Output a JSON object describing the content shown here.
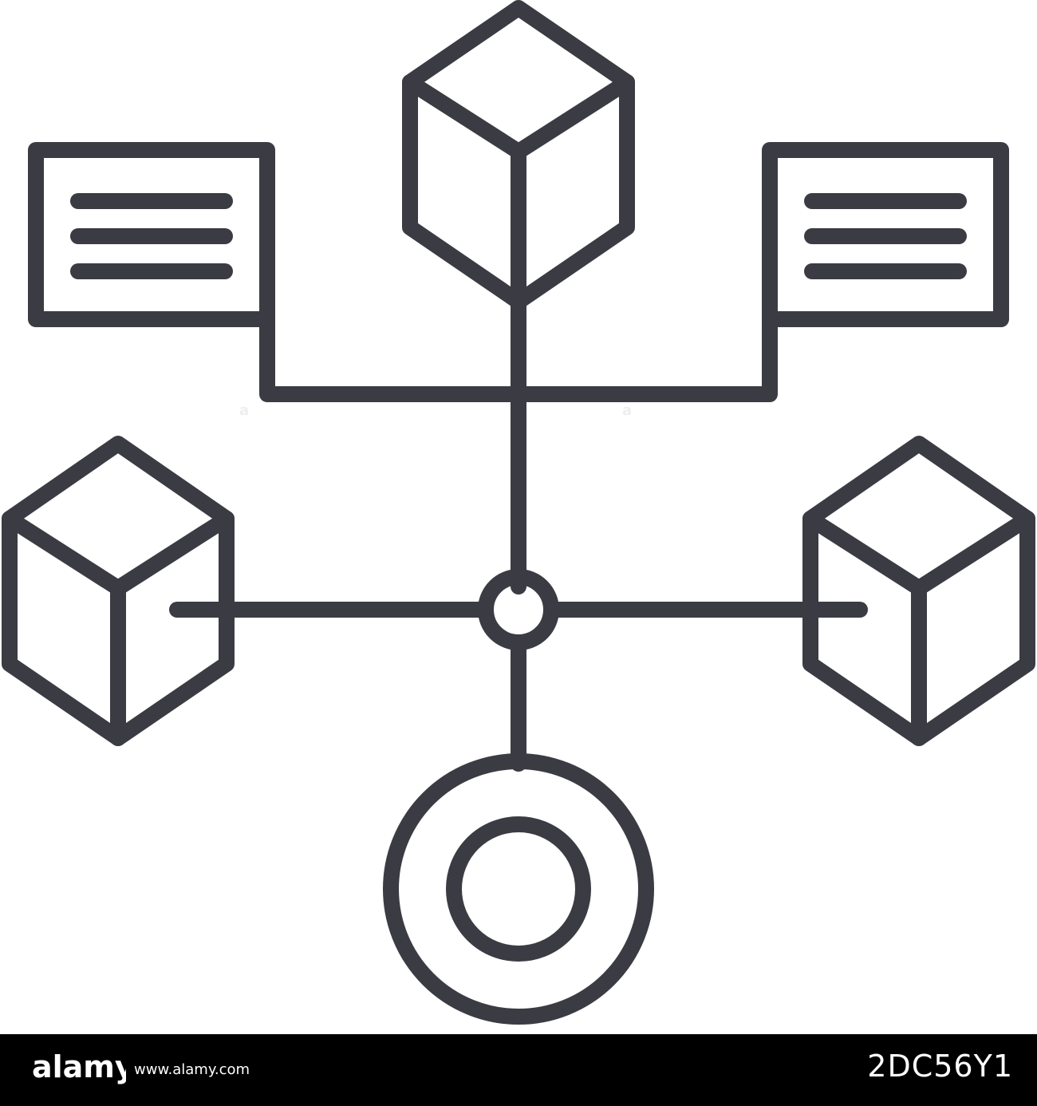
{
  "colors": {
    "stroke": "#3b3b43",
    "background": "#ffffff",
    "bar": "#000000",
    "bar_text": "#ffffff"
  },
  "icons": [
    "cube-top-icon",
    "cube-left-icon",
    "cube-right-icon",
    "document-left-icon",
    "document-right-icon",
    "hub-node-icon",
    "target-circle-icon"
  ],
  "stock_bar": {
    "logo_text": "alamy",
    "url": "www.alamy.com",
    "image_id": "2DC56Y1"
  }
}
